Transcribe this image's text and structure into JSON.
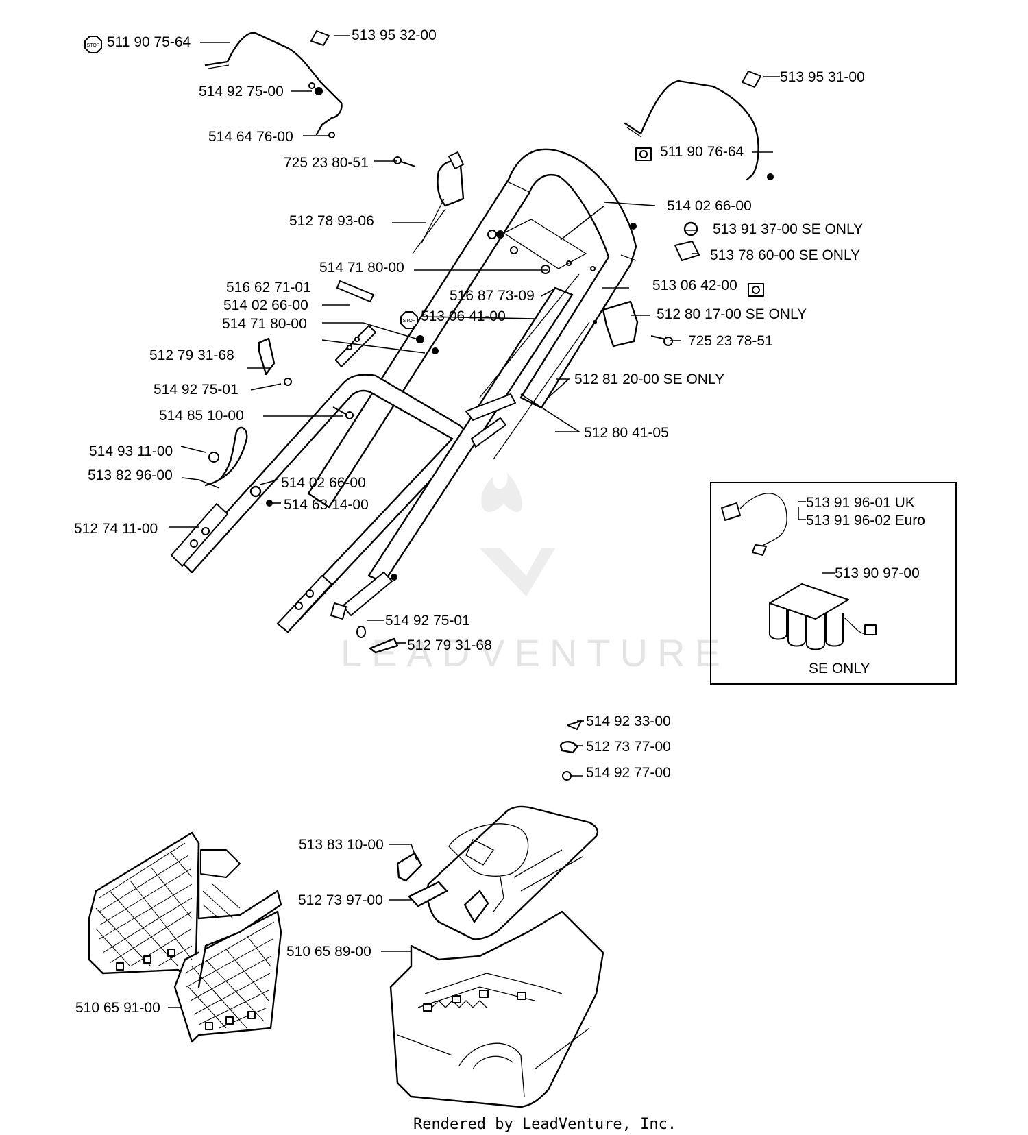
{
  "labels": {
    "p01": "511 90 75-64",
    "p02": "513 95 32-00",
    "p03": "514 92 75-00",
    "p04": "514 64 76-00",
    "p05": "513 95 31-00",
    "p06": "511 90 76-64",
    "p07": "725 23 80-51",
    "p08": "514 02 66-00",
    "p09": "512 78 93-06",
    "p10": "513 91 37-00 SE ONLY",
    "p11": "513 78 60-00 SE ONLY",
    "p12": "514 71 80-00",
    "p13": "516 62 71-01",
    "p14": "516 87 73-09",
    "p15": "513 06 42-00",
    "p16": "514 02 66-00",
    "p17": "513 06 41-00",
    "p18": "512 80 17-00 SE ONLY",
    "p19": "514 71 80-00",
    "p20": "725 23 78-51",
    "p21": "512 79 31-68",
    "p22": "512 81 20-00 SE ONLY",
    "p23": "514 92 75-01",
    "p24": "514 85 10-00",
    "p25": "512 80 41-05",
    "p26": "514 93 11-00",
    "p27": "513 82 96-00",
    "p28": "514 02 66-00",
    "p29": "514 63 14-00",
    "p30": "512 74 11-00",
    "p31": "514 92 75-01",
    "p32": "512 79 31-68",
    "p33": "514 92 33-00",
    "p34": "512 73 77-00",
    "p35": "514 92 77-00",
    "p36": "513 83 10-00",
    "p37": "512 73 97-00",
    "p38": "510 65 89-00",
    "p39": "510 65 91-00"
  },
  "inset": {
    "p_uk": "513 91 96-01 UK",
    "p_euro": "513 91 96-02 Euro",
    "p_battery": "513 90 97-00",
    "note": "SE ONLY"
  },
  "icons": {
    "stop_text": "STOP"
  },
  "watermark": "LEADVENTURE",
  "footer": "Rendered by LeadVenture, Inc."
}
